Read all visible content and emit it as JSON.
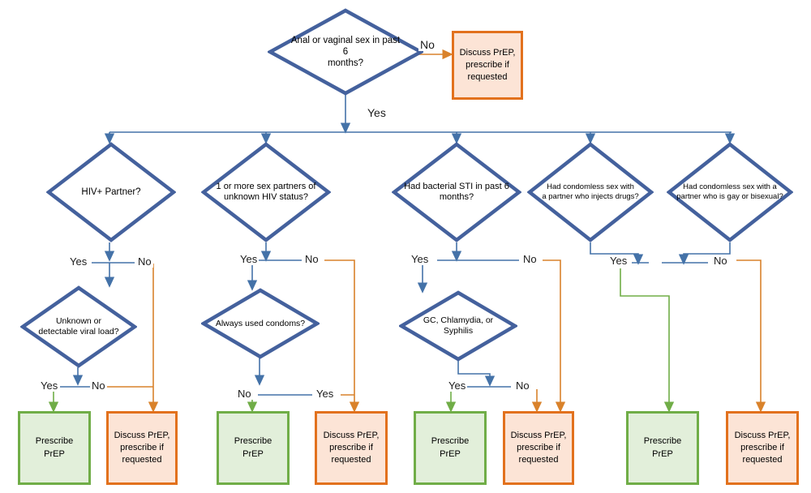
{
  "diagram": {
    "title": "PrEP eligibility decision flowchart",
    "colors": {
      "decision_border": "#44619D",
      "decision_fill": "#FFFFFF",
      "prescribe_border": "#70AD47",
      "prescribe_fill": "#E2EFDA",
      "discuss_border": "#E2711D",
      "discuss_fill": "#FCE4D6",
      "connector_blue": "#4472A8",
      "connector_orange": "#D9822B",
      "connector_green": "#70AD47"
    },
    "decisions": [
      {
        "id": "d_root",
        "text": "Anal or vaginal sex in past 6\nmonths?"
      },
      {
        "id": "d_hiv",
        "text": "HIV+ Partner?"
      },
      {
        "id": "d_unknown",
        "text": "1 or more sex partners of\nunknown HIV status?"
      },
      {
        "id": "d_sti",
        "text": "Had bacterial STI in past 6\nmonths?"
      },
      {
        "id": "d_idu",
        "text": "Had condomless sex with\na partner who injects drugs?"
      },
      {
        "id": "d_msm",
        "text": "Had condomless sex with a\npartner who is gay or bisexual?"
      },
      {
        "id": "d_vload",
        "text": "Unknown or\ndetectable  viral load?"
      },
      {
        "id": "d_condoms",
        "text": "Always used condoms?"
      },
      {
        "id": "d_gcct",
        "text": "GC, Chlamydia, or\nSyphilis"
      }
    ],
    "outcomes": {
      "prescribe": "Prescribe\nPrEP",
      "discuss": "Discuss PrEP,\nprescribe if\nrequested"
    },
    "edge_labels": {
      "yes": "Yes",
      "no": "No"
    },
    "terminals": [
      {
        "id": "t_top_discuss",
        "type": "discuss",
        "text": "Discuss PrEP,\nprescribe if\nrequested"
      },
      {
        "id": "t1_green",
        "type": "prescribe",
        "text": "Prescribe\nPrEP"
      },
      {
        "id": "t1_orange",
        "type": "discuss",
        "text": "Discuss PrEP,\nprescribe if\nrequested"
      },
      {
        "id": "t2_green",
        "type": "prescribe",
        "text": "Prescribe\nPrEP"
      },
      {
        "id": "t2_orange",
        "type": "discuss",
        "text": "Discuss PrEP,\nprescribe if\nrequested"
      },
      {
        "id": "t3_green",
        "type": "prescribe",
        "text": "Prescribe\nPrEP"
      },
      {
        "id": "t3_orange",
        "type": "discuss",
        "text": "Discuss PrEP,\nprescribe if\nrequested"
      },
      {
        "id": "t4_green",
        "type": "prescribe",
        "text": "Prescribe\nPrEP"
      },
      {
        "id": "t4_orange",
        "type": "discuss",
        "text": "Discuss PrEP,\nprescribe if\nrequested"
      }
    ],
    "labels": {
      "root_no": "No",
      "root_yes": "Yes",
      "hiv_yes": "Yes",
      "hiv_no": "No",
      "unknown_yes": "Yes",
      "unknown_no": "No",
      "sti_yes": "Yes",
      "sti_no": "No",
      "idu_yes": "Yes",
      "idu_no": "No",
      "msm_yes": "Yes",
      "msm_no": "No",
      "vload_yes": "Yes",
      "vload_no": "No",
      "condoms_no": "No",
      "condoms_yes": "Yes",
      "gcct_yes": "Yes",
      "gcct_no": "No"
    }
  }
}
